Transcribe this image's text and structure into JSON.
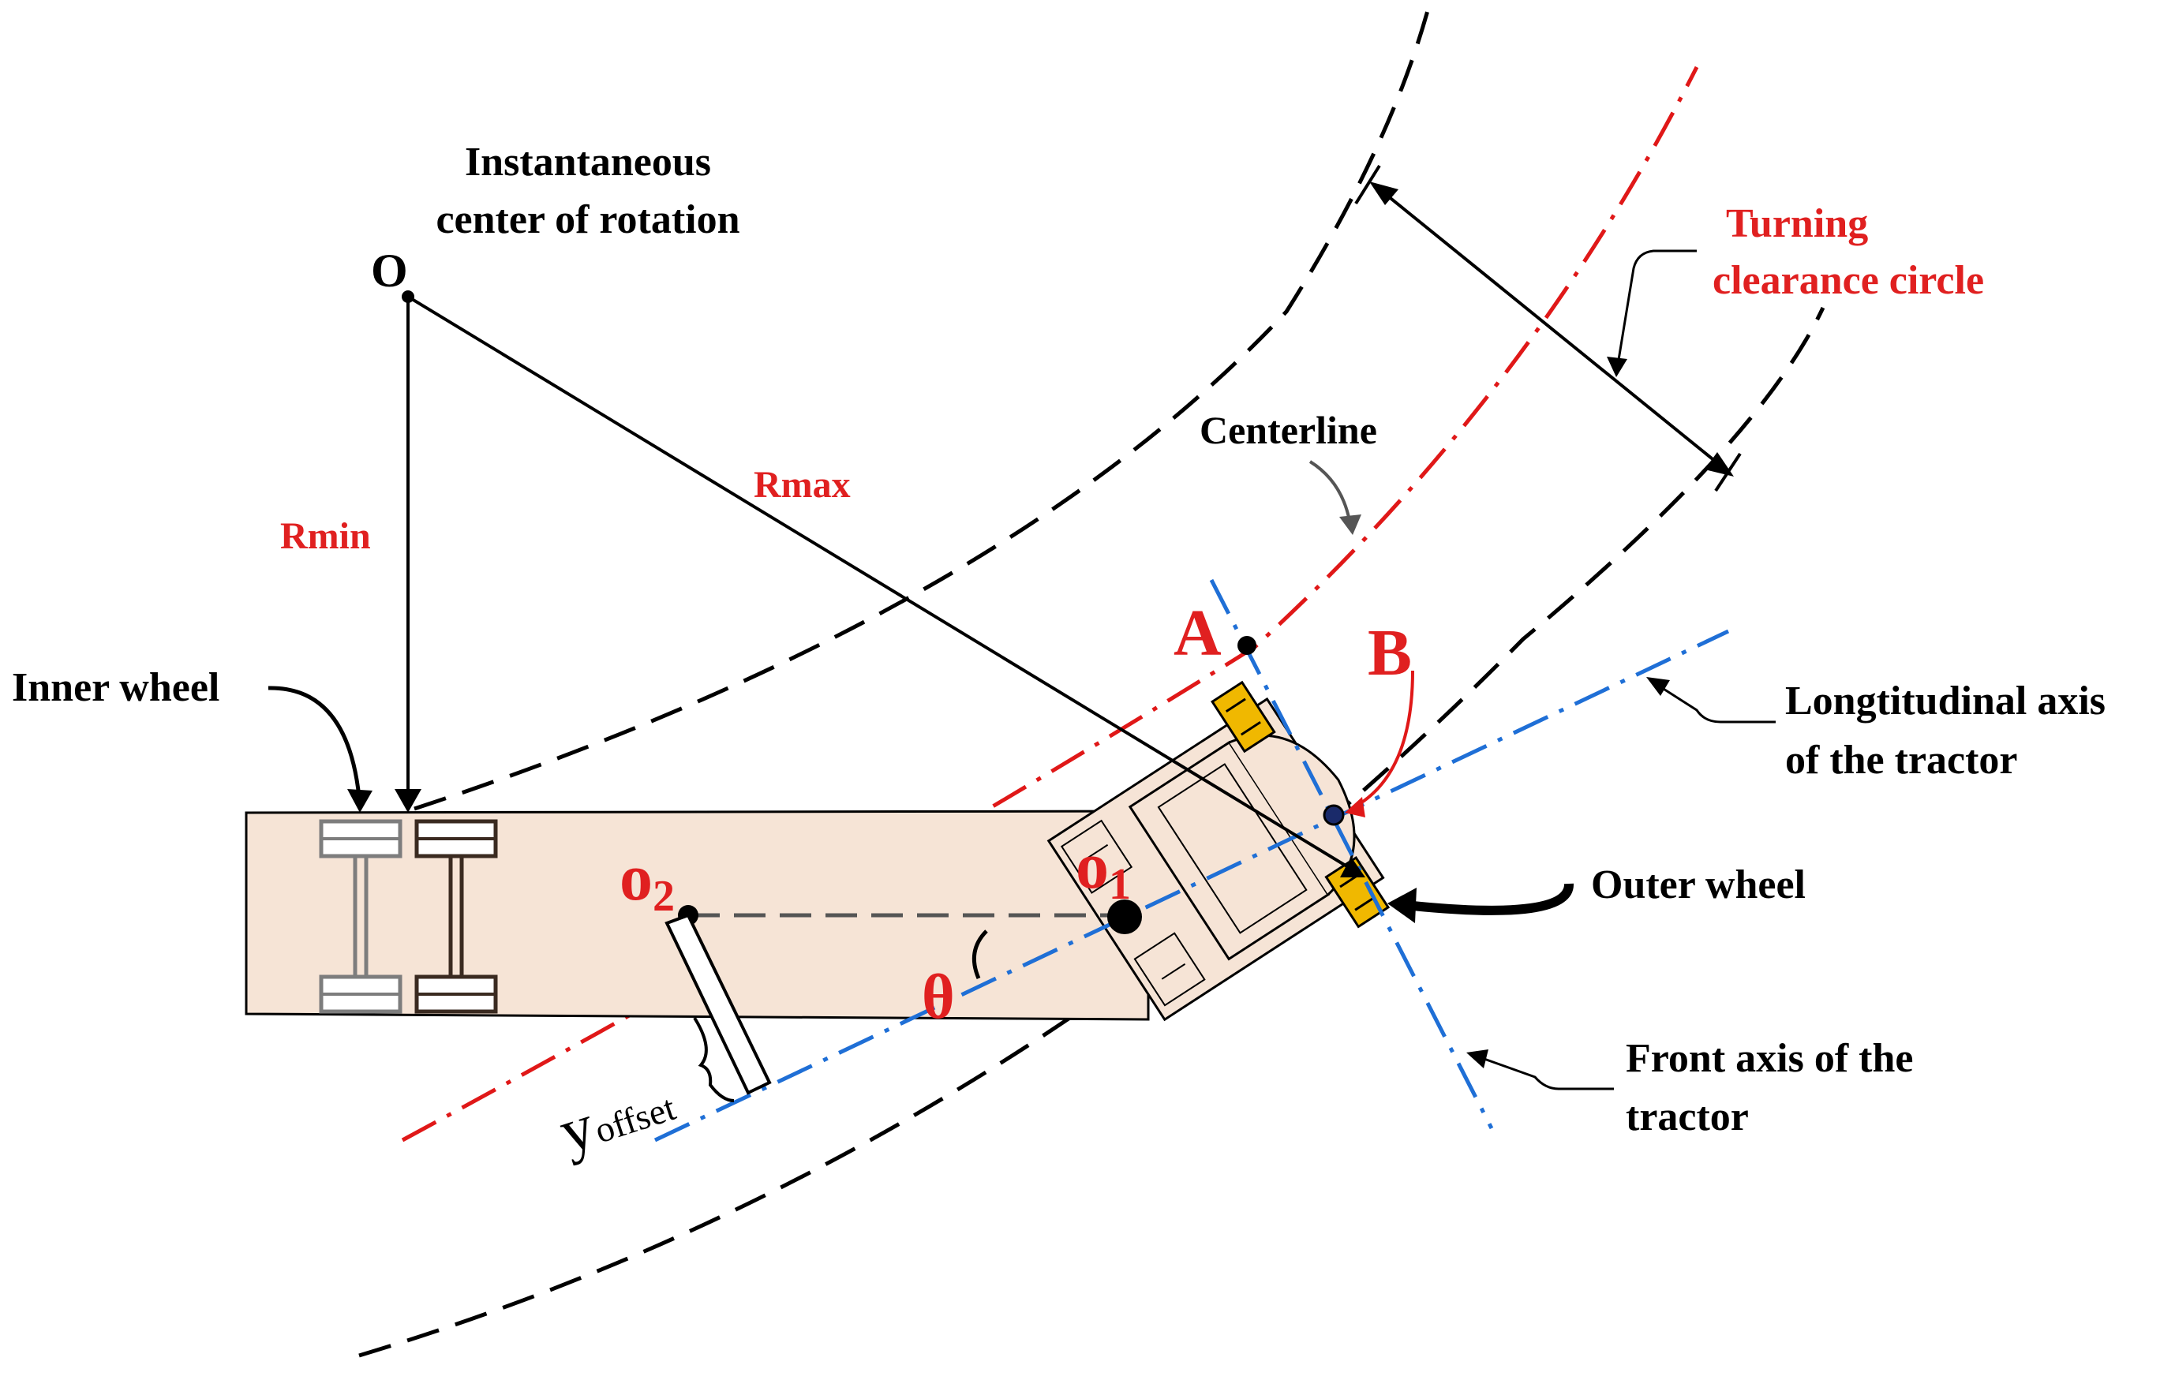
{
  "labels": {
    "icr_line1": "Instantaneous",
    "icr_line2": "center of rotation",
    "point_o": "O",
    "rmin": "Rmin",
    "rmax": "Rmax",
    "turning_line1": "Turning",
    "turning_line2": "clearance circle",
    "centerline": "Centerline",
    "point_a": "A",
    "point_b": "B",
    "inner_wheel": "Inner wheel",
    "outer_wheel": "Outer wheel",
    "long_axis_line1": "Longtitudinal axis",
    "long_axis_line2": "of the tractor",
    "front_axis_line1": "Front axis of the",
    "front_axis_line2": "tractor",
    "o2_letter": "o",
    "o2_sub": "2",
    "o1_letter": "o",
    "o1_sub": "1",
    "theta": "θ",
    "y_letter": "y",
    "y_sub": "offset"
  },
  "colors": {
    "black": "#000000",
    "red_label": "#e02020",
    "red_line": "#e01818",
    "blue_line": "#1f6fd6",
    "body_fill": "#f6e4d6",
    "wheel_yellow": "#f0b800",
    "gray_wheel": "#9a9a9a",
    "dash_black": "#000000",
    "axle_gray": "#555555"
  }
}
